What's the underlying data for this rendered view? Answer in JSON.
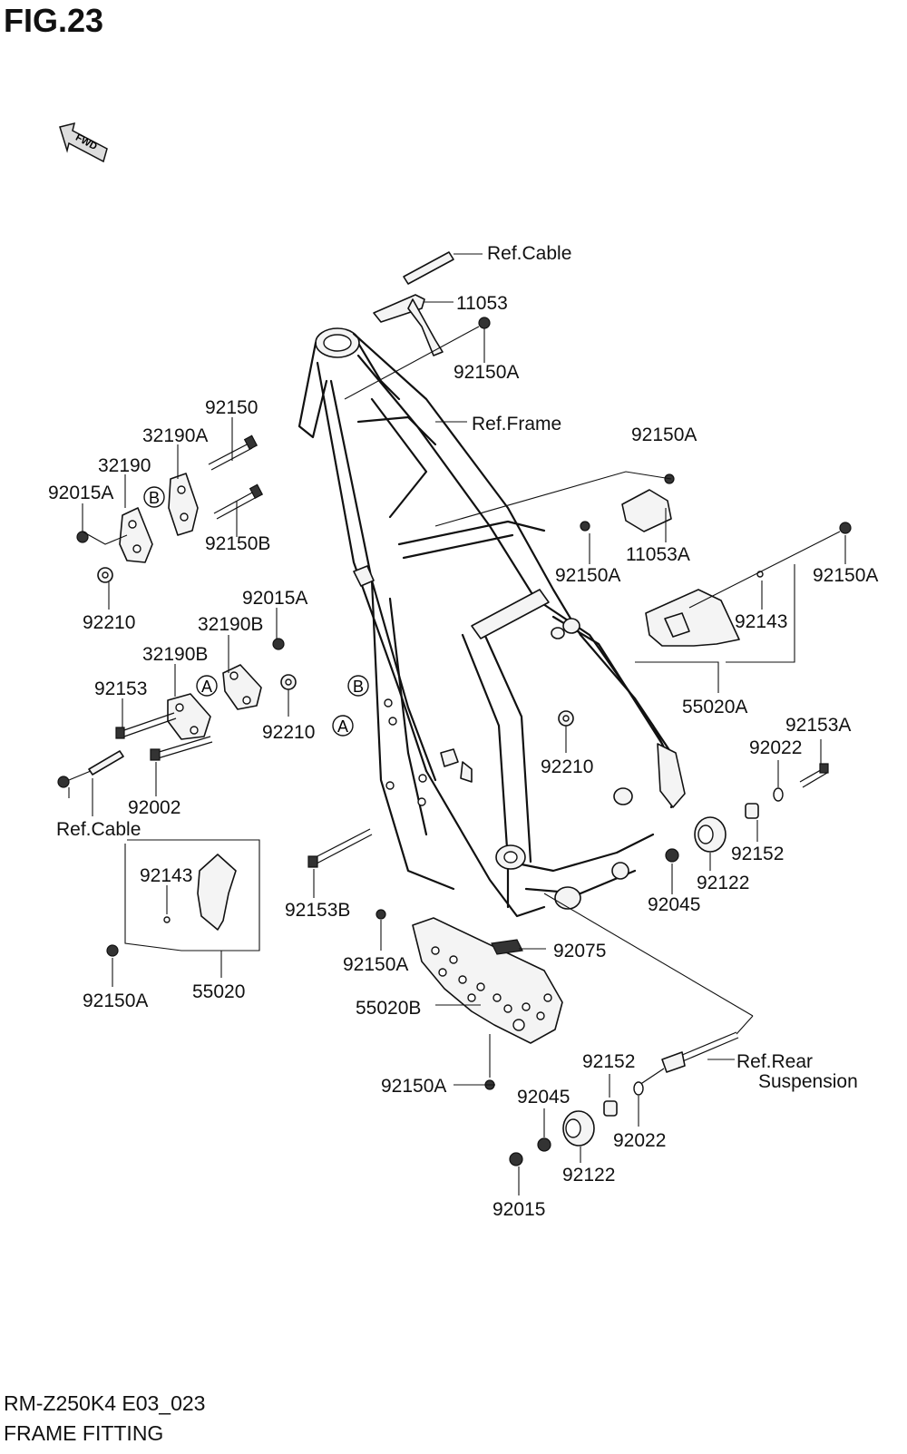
{
  "figure": {
    "title": "FIG.23"
  },
  "footer": {
    "code": "RM-Z250K4 E03_023",
    "name": "FRAME FITTING"
  },
  "fwd_arrow": {
    "text": "FWD"
  },
  "callouts": {
    "a": "A",
    "b": "B"
  },
  "labels": [
    {
      "key": "ref-cable-top",
      "text": "Ref.Cable"
    },
    {
      "key": "p11053",
      "text": "11053"
    },
    {
      "key": "p92150a-top",
      "text": "92150A"
    },
    {
      "key": "ref-frame",
      "text": "Ref.Frame"
    },
    {
      "key": "p92150",
      "text": "92150"
    },
    {
      "key": "p32190a",
      "text": "32190A"
    },
    {
      "key": "p32190",
      "text": "32190"
    },
    {
      "key": "p92015a-1",
      "text": "92015A"
    },
    {
      "key": "p92150b",
      "text": "92150B"
    },
    {
      "key": "p92210-1",
      "text": "92210"
    },
    {
      "key": "p92015a-2",
      "text": "92015A"
    },
    {
      "key": "p32190b-1",
      "text": "32190B"
    },
    {
      "key": "p32190b-2",
      "text": "32190B"
    },
    {
      "key": "p92153",
      "text": "92153"
    },
    {
      "key": "p92210-2",
      "text": "92210"
    },
    {
      "key": "p92002",
      "text": "92002"
    },
    {
      "key": "ref-cable-left",
      "text": "Ref.Cable"
    },
    {
      "key": "p92150a-r1",
      "text": "92150A"
    },
    {
      "key": "p92150a-r2",
      "text": "92150A"
    },
    {
      "key": "p11053a",
      "text": "11053A"
    },
    {
      "key": "p92150a-r3",
      "text": "92150A"
    },
    {
      "key": "p92143-r",
      "text": "92143"
    },
    {
      "key": "p55020a",
      "text": "55020A"
    },
    {
      "key": "p92153a",
      "text": "92153A"
    },
    {
      "key": "p92022-1",
      "text": "92022"
    },
    {
      "key": "p92210-3",
      "text": "92210"
    },
    {
      "key": "p92152-1",
      "text": "92152"
    },
    {
      "key": "p92122-1",
      "text": "92122"
    },
    {
      "key": "p92045-1",
      "text": "92045"
    },
    {
      "key": "p92143-l",
      "text": "92143"
    },
    {
      "key": "p92153b",
      "text": "92153B"
    },
    {
      "key": "p92150a-l",
      "text": "92150A"
    },
    {
      "key": "p55020",
      "text": "55020"
    },
    {
      "key": "p92150a-m",
      "text": "92150A"
    },
    {
      "key": "p92075",
      "text": "92075"
    },
    {
      "key": "p55020b",
      "text": "55020B"
    },
    {
      "key": "p92150a-b",
      "text": "92150A"
    },
    {
      "key": "p92152-2",
      "text": "92152"
    },
    {
      "key": "ref-rear-1",
      "text": "Ref.Rear"
    },
    {
      "key": "ref-rear-2",
      "text": "Suspension"
    },
    {
      "key": "p92045-2",
      "text": "92045"
    },
    {
      "key": "p92022-2",
      "text": "92022"
    },
    {
      "key": "p92122-2",
      "text": "92122"
    },
    {
      "key": "p92015",
      "text": "92015"
    }
  ]
}
